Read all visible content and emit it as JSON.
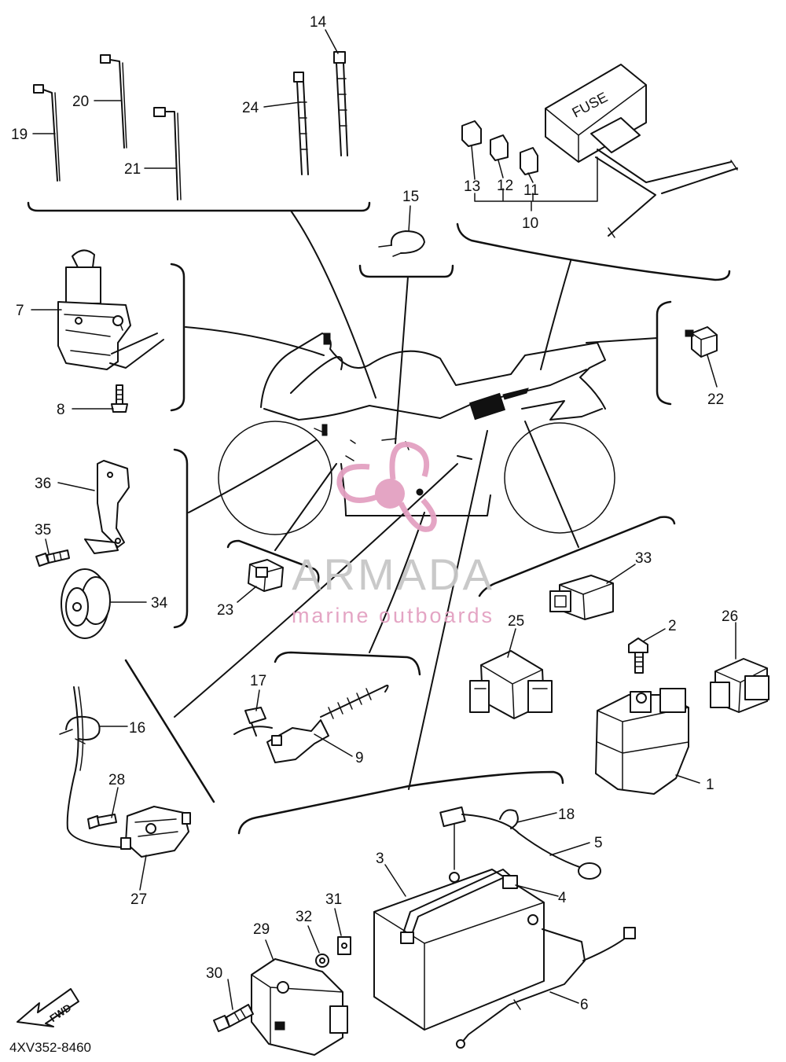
{
  "diagram": {
    "code": "4XV352-8460",
    "fwd_label": "FWD",
    "fuse_label": "FUSE",
    "watermark": {
      "title": "ARMADA",
      "subtitle": "marine outboards",
      "color": "#e3a1c1"
    },
    "callouts": {
      "1": "1",
      "2": "2",
      "3": "3",
      "4": "4",
      "5": "5",
      "6": "6",
      "7": "7",
      "8": "8",
      "9": "9",
      "10": "10",
      "11": "11",
      "12": "12",
      "13": "13",
      "14": "14",
      "15": "15",
      "16": "16",
      "17": "17",
      "18": "18",
      "19": "19",
      "20": "20",
      "21": "21",
      "22": "22",
      "23": "23",
      "24": "24",
      "25": "25",
      "26": "26",
      "27": "27",
      "28": "28",
      "29": "29",
      "30": "30",
      "31": "31",
      "32": "32",
      "33": "33",
      "34": "34",
      "35": "35",
      "36": "36"
    }
  }
}
